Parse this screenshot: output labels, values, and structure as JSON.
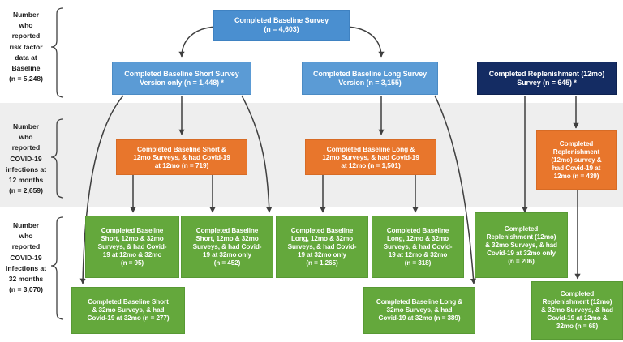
{
  "diagram": {
    "title": "COVID-19 cohort survey participation flow diagram",
    "colors": {
      "blue": "#4a8fd0",
      "blue_mid": "#5b9bd5",
      "navy": "#142c63",
      "orange": "#e8762c",
      "green": "#64a83c",
      "band": "#eeeeee",
      "edge": "#3f3f3f"
    },
    "tiers": [
      {
        "id": "tier-baseline",
        "label_lines": [
          "Number",
          "who",
          "reported",
          "risk factor",
          "data at",
          "Baseline",
          "(n = 5,248)"
        ]
      },
      {
        "id": "tier-12mo",
        "label_lines": [
          "Number",
          "who",
          "reported",
          "COVID-19",
          "infections at",
          "12 months",
          "(n = 2,659)"
        ]
      },
      {
        "id": "tier-32mo",
        "label_lines": [
          "Number",
          "who",
          "reported",
          "COVID-19",
          "infections at",
          "32 months",
          "(n = 3,070)"
        ]
      }
    ],
    "nodes": {
      "baseline_survey": {
        "line1": "Completed Baseline Survey",
        "line2": "(n = 4,603)"
      },
      "baseline_short": {
        "line1": "Completed Baseline Short Survey",
        "line2": "Version only (n = 1,448) *"
      },
      "baseline_long": {
        "line1": "Completed Baseline Long Survey",
        "line2": "Version (n = 3,155)"
      },
      "replenishment_survey": {
        "line1": "Completed Replenishment (12mo)",
        "line2": "Survey (n = 645) *"
      },
      "short_12mo": {
        "line1": "Completed Baseline Short &",
        "line2": "12mo Surveys, & had Covid-19",
        "line3": "at 12mo (n = 719)"
      },
      "long_12mo": {
        "line1": "Completed Baseline Long &",
        "line2": "12mo Surveys, & had Covid-19",
        "line3": "at 12mo (n = 1,501)"
      },
      "repl_12mo": {
        "line1": "Completed",
        "line2": "Replenishment",
        "line3": "(12mo) survey &",
        "line4": "had Covid-19 at",
        "line5": "12mo (n = 439)"
      },
      "short_12_32_both": {
        "line1": "Completed Baseline",
        "line2": "Short, 12mo & 32mo",
        "line3": "Surveys, & had Covid-",
        "line4": "19 at 12mo & 32mo",
        "line5": "(n = 95)"
      },
      "short_32_only": {
        "line1": "Completed Baseline",
        "line2": "Short, 12mo & 32mo",
        "line3": "Surveys, & had Covid-",
        "line4": "19 at 32mo only",
        "line5": "(n = 452)"
      },
      "long_32_only": {
        "line1": "Completed Baseline",
        "line2": "Long, 12mo & 32mo",
        "line3": "Surveys, & had Covid-",
        "line4": "19 at 32mo only",
        "line5": "(n = 1,265)"
      },
      "long_12_32_both": {
        "line1": "Completed Baseline",
        "line2": "Long, 12mo & 32mo",
        "line3": "Surveys, & had Covid-",
        "line4": "19 at 12mo & 32mo",
        "line5": "(n = 318)"
      },
      "repl_32_only": {
        "line1": "Completed",
        "line2": "Replenishment (12mo)",
        "line3": "& 32mo Surveys, & had",
        "line4": "Covid-19 at 32mo only",
        "line5": "(n = 206)"
      },
      "short_32_no12": {
        "line1": "Completed Baseline Short",
        "line2": "& 32mo Surveys, & had",
        "line3": "Covid-19 at 32mo (n = 277)"
      },
      "long_32_no12": {
        "line1": "Completed Baseline Long &",
        "line2": "32mo Surveys, & had",
        "line3": "Covid-19 at 32mo (n = 389)"
      },
      "repl_12_32_both": {
        "line1": "Completed",
        "line2": "Replenishment (12mo)",
        "line3": "& 32mo Surveys, & had",
        "line4": "Covid-19 at 12mo &",
        "line5": "32mo (n = 68)"
      }
    }
  }
}
